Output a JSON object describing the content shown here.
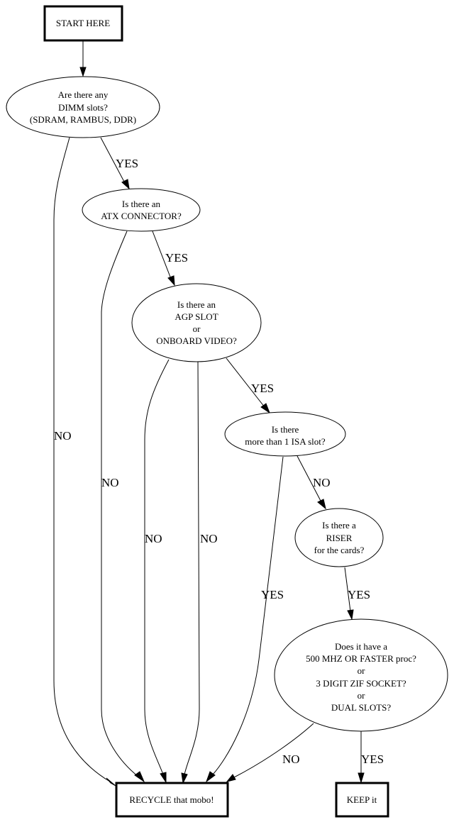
{
  "diagram": {
    "type": "flowchart",
    "nodes": {
      "start": {
        "shape": "box",
        "lines": [
          "START HERE"
        ]
      },
      "dimm": {
        "shape": "ellipse",
        "lines": [
          "Are there any",
          "DIMM slots?",
          "(SDRAM, RAMBUS, DDR)"
        ]
      },
      "atx": {
        "shape": "ellipse",
        "lines": [
          "Is there an",
          "ATX CONNECTOR?"
        ]
      },
      "agp": {
        "shape": "ellipse",
        "lines": [
          "Is there an",
          "AGP SLOT",
          "or",
          "ONBOARD VIDEO?"
        ]
      },
      "isa": {
        "shape": "ellipse",
        "lines": [
          "Is there",
          "more than 1 ISA slot?"
        ]
      },
      "riser": {
        "shape": "ellipse",
        "lines": [
          "Is there a",
          "RISER",
          "for the cards?"
        ]
      },
      "proc": {
        "shape": "ellipse",
        "lines": [
          "Does it have a",
          "500 MHZ OR FASTER proc?",
          "or",
          "3 DIGIT ZIF SOCKET?",
          "or",
          "DUAL SLOTS?"
        ]
      },
      "recycle": {
        "shape": "box",
        "lines": [
          "RECYCLE that mobo!"
        ]
      },
      "keep": {
        "shape": "box",
        "lines": [
          "KEEP it"
        ]
      }
    },
    "edges": [
      {
        "from": "start",
        "to": "dimm",
        "label": ""
      },
      {
        "from": "dimm",
        "to": "atx",
        "label": "YES"
      },
      {
        "from": "dimm",
        "to": "recycle",
        "label": "NO"
      },
      {
        "from": "atx",
        "to": "agp",
        "label": "YES"
      },
      {
        "from": "atx",
        "to": "recycle",
        "label": "NO"
      },
      {
        "from": "agp",
        "to": "isa",
        "label": "YES"
      },
      {
        "from": "agp",
        "to": "recycle",
        "label": "NO"
      },
      {
        "from": "agp",
        "to": "recycle",
        "label": "NO"
      },
      {
        "from": "isa",
        "to": "riser",
        "label": "NO"
      },
      {
        "from": "isa",
        "to": "recycle",
        "label": "YES"
      },
      {
        "from": "riser",
        "to": "proc",
        "label": "YES"
      },
      {
        "from": "proc",
        "to": "recycle",
        "label": "NO"
      },
      {
        "from": "proc",
        "to": "keep",
        "label": "YES"
      }
    ]
  }
}
